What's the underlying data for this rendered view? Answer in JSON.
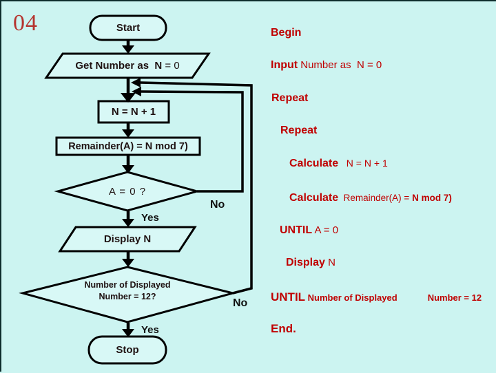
{
  "slide": {
    "number": "04"
  },
  "colors": {
    "background": "#ccf4f1",
    "shape_fill": "#d8f8f6",
    "line_black": "#000000",
    "pseudocode_red": "#c00000",
    "slide_number_red": "#b5342f",
    "shape_text": "#1f1212"
  },
  "flowchart": {
    "start_label": "Start",
    "input_bold": "Get Number as  N",
    "input_rest": " = 0",
    "process1_label": "N = N + 1",
    "process2_label": "Remainder(A) = N mod 7)",
    "decision1_label": "A = 0 ?",
    "decision1_yes": "Yes",
    "decision1_no": "No",
    "output_label": "Display N",
    "decision2_line1": "Number of Displayed",
    "decision2_line2": "Number = 12?",
    "decision2_yes": "Yes",
    "decision2_no": "No",
    "stop_label": "Stop"
  },
  "pseudocode": {
    "begin": "Begin",
    "input_kw": "Input",
    "input_rest": " Number as  N = 0",
    "repeat_outer": "Repeat",
    "repeat_inner": "Repeat",
    "calc1_kw": "Calculate",
    "calc1_rest": "   N = N + 1",
    "calc2_kw": "Calculate",
    "calc2_mid": "  Remainder(A) = ",
    "calc2_bold": "N mod 7)",
    "until_inner_kw": "UNTIL",
    "until_inner_rest": " A = 0",
    "display_kw": "Display",
    "display_rest": " N",
    "until_outer_kw": "UNTIL",
    "until_outer_mid": " Number of Displayed",
    "until_outer_tail": "Number = 12",
    "end": "End."
  }
}
